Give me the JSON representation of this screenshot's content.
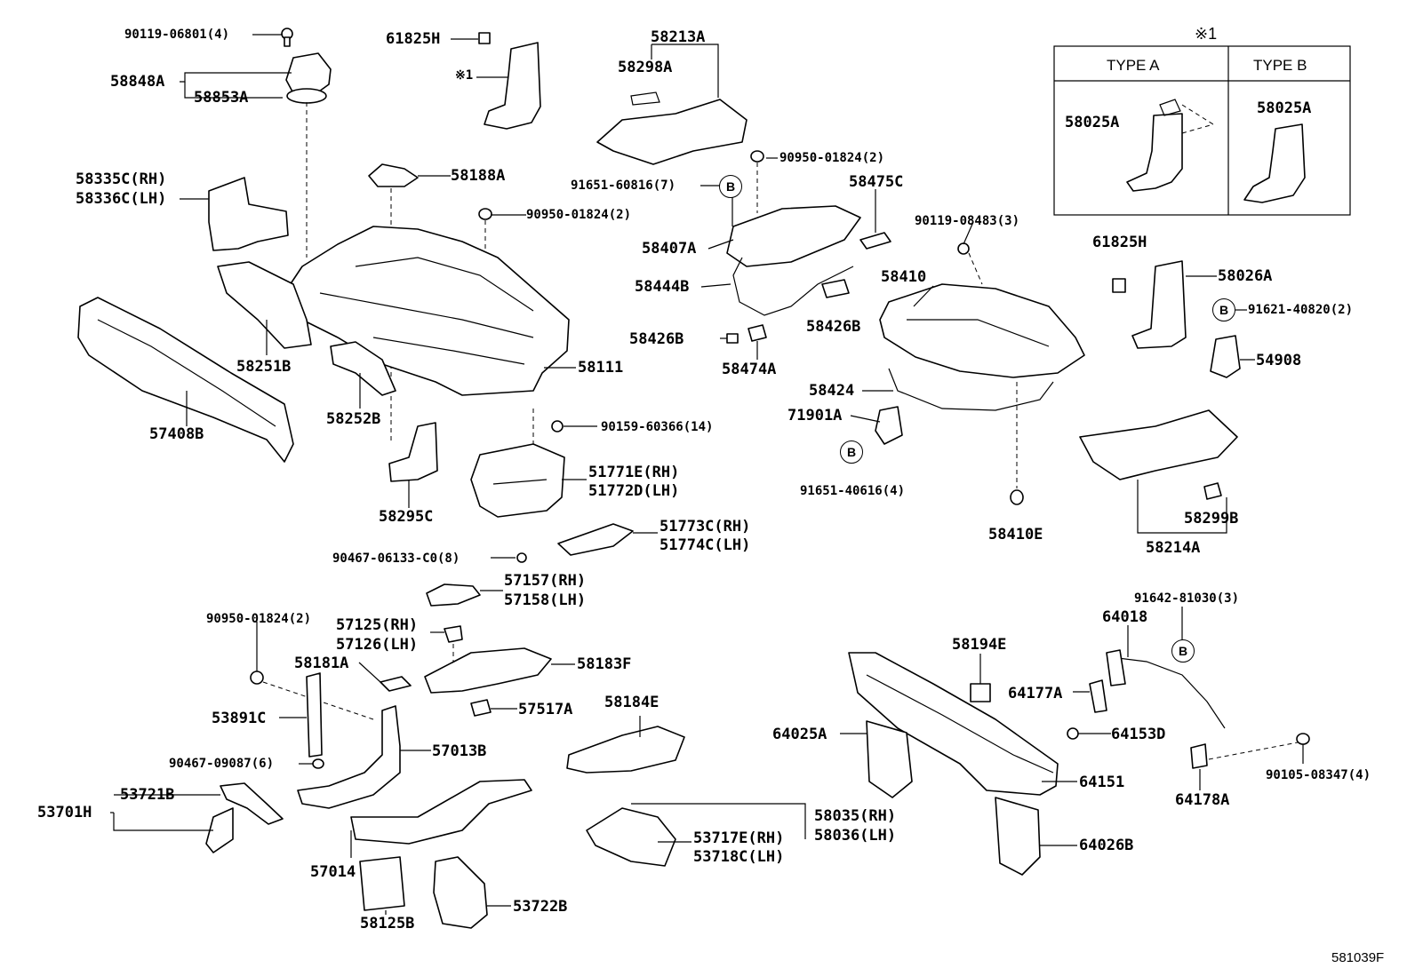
{
  "type_table": {
    "note_mark": "※1",
    "type_a": "TYPE A",
    "type_b": "TYPE B",
    "type_a_part": "58025A",
    "type_b_part": "58025A"
  },
  "callout_mark": "B",
  "diagram_code": "581039F",
  "labels": {
    "p90119_06801": "90119-06801(4)",
    "p58848A": "58848A",
    "p58853A": "58853A",
    "p61825H_top": "61825H",
    "note1_top": "※1",
    "p58213A": "58213A",
    "p58298A": "58298A",
    "p58335C": "58335C(RH)",
    "p58336C": "58336C(LH)",
    "p58188A": "58188A",
    "p90950_a": "90950-01824(2)",
    "p91651_60816": "91651-60816(7)",
    "p90950_b": "90950-01824(2)",
    "p58475C": "58475C",
    "p90119_08483": "90119-08483(3)",
    "p58407A": "58407A",
    "p58444B": "58444B",
    "p58410": "58410",
    "p61825H_right": "61825H",
    "p58026A": "58026A",
    "p91621_40820": "91621-40820(2)",
    "p58426B_a": "58426B",
    "p58426B_b": "58426B",
    "p58474A": "58474A",
    "p54908": "54908",
    "p58251B": "58251B",
    "p58111": "58111",
    "p58424": "58424",
    "p71901A": "71901A",
    "p57408B": "57408B",
    "p58252B": "58252B",
    "p90159_60366": "90159-60366(14)",
    "p51771E": "51771E(RH)",
    "p51772D": "51772D(LH)",
    "p91651_40616": "91651-40616(4)",
    "p58295C": "58295C",
    "p58410E": "58410E",
    "p58299B": "58299B",
    "p58214A": "58214A",
    "p51773C": "51773C(RH)",
    "p51774C": "51774C(LH)",
    "p90467_06133": "90467-06133-C0(8)",
    "p57157": "57157(RH)",
    "p57158": "57158(LH)",
    "p91642_81030": "91642-81030(3)",
    "p64018": "64018",
    "p90950_c": "90950-01824(2)",
    "p57125": "57125(RH)",
    "p57126": "57126(LH)",
    "p58194E": "58194E",
    "p58181A": "58181A",
    "p58183F": "58183F",
    "p64177A": "64177A",
    "p57517A": "57517A",
    "p58184E": "58184E",
    "p53891C": "53891C",
    "p64025A": "64025A",
    "p64153D": "64153D",
    "p57013B": "57013B",
    "p90467_09087": "90467-09087(6)",
    "p90105_08347": "90105-08347(4)",
    "p64151": "64151",
    "p64178A": "64178A",
    "p53721B": "53721B",
    "p53701H": "53701H",
    "p58035": "58035(RH)",
    "p58036": "58036(LH)",
    "p53717E": "53717E(RH)",
    "p53718C": "53718C(LH)",
    "p64026B": "64026B",
    "p57014": "57014",
    "p53722B": "53722B",
    "p58125B": "58125B"
  }
}
